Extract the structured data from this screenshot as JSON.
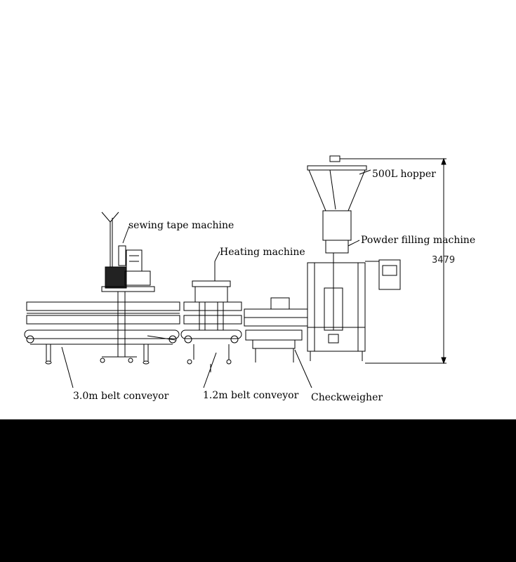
{
  "labels": {
    "hopper": "500L hopper",
    "filling_machine": "Powder filling machine",
    "sewing": "sewing tape machine",
    "heating": "Heating machine",
    "belt_3m": "3.0m belt conveyor",
    "belt_1_2m": "1.2m belt conveyor",
    "checkweigher": "Checkweigher"
  },
  "dimension": {
    "height": "3479"
  },
  "colors": {
    "line": "#000000",
    "background": "#ffffff",
    "band": "#000000"
  }
}
